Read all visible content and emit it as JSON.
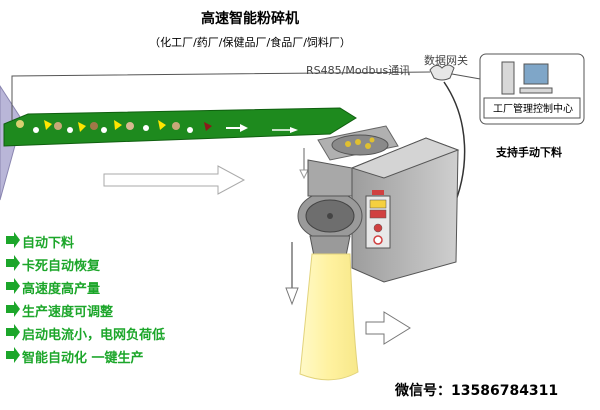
{
  "title": "高速智能粉碎机",
  "subtitle": "（化工厂/药厂/保健品厂/食品厂/饲料厂）",
  "network": {
    "bus_label": "RS485/Modbus通讯",
    "gateway_label": "数据网关",
    "control_center_label": "工厂管理控制中心"
  },
  "support_label": "支持手动下料",
  "features": [
    "自动下料",
    "卡死自动恢复",
    "高速度高产量",
    "生产速度可调整",
    "启动电流小，电网负荷低",
    "智能自动化  一键生产"
  ],
  "wechat": {
    "label": "微信号：",
    "number": "13586784311"
  },
  "colors": {
    "conveyor": "#1e8a1e",
    "feature_text": "#1ca62a",
    "machine_body": "#b6b6b6",
    "output_powder": "#fff6b0",
    "hopper": "#b9b6d8"
  }
}
